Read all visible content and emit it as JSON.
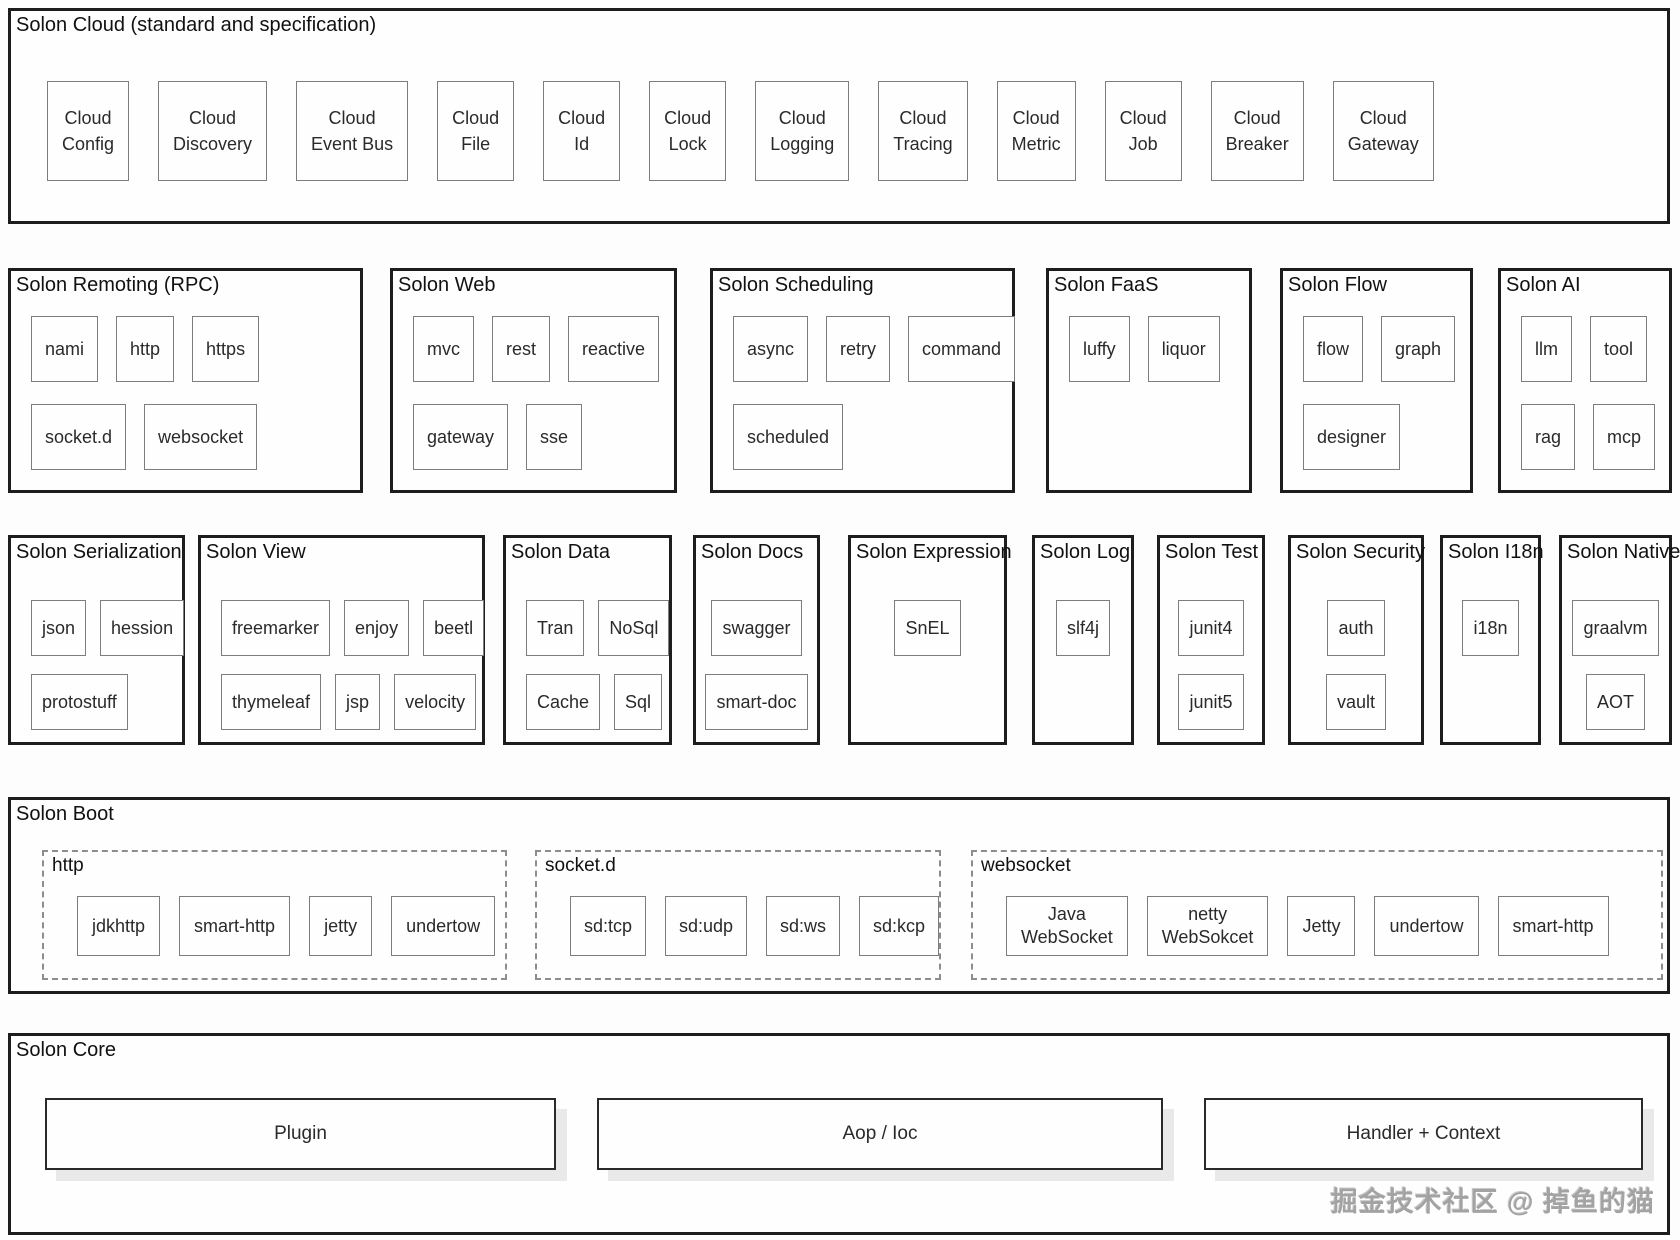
{
  "cloud": {
    "title": "Solon Cloud (standard and specification)",
    "items": [
      [
        "Cloud",
        "Config"
      ],
      [
        "Cloud",
        "Discovery"
      ],
      [
        "Cloud",
        "Event Bus"
      ],
      [
        "Cloud",
        "File"
      ],
      [
        "Cloud",
        "Id"
      ],
      [
        "Cloud",
        "Lock"
      ],
      [
        "Cloud",
        "Logging"
      ],
      [
        "Cloud",
        "Tracing"
      ],
      [
        "Cloud",
        "Metric"
      ],
      [
        "Cloud",
        "Job"
      ],
      [
        "Cloud",
        "Breaker"
      ],
      [
        "Cloud",
        "Gateway"
      ]
    ]
  },
  "remoting": {
    "title": "Solon Remoting (RPC)",
    "row1": [
      "nami",
      "http",
      "https"
    ],
    "row2": [
      "socket.d",
      "websocket"
    ]
  },
  "web": {
    "title": "Solon Web",
    "row1": [
      "mvc",
      "rest",
      "reactive"
    ],
    "row2": [
      "gateway",
      "sse"
    ]
  },
  "scheduling": {
    "title": "Solon Scheduling",
    "row1": [
      "async",
      "retry",
      "command"
    ],
    "row2": [
      "scheduled"
    ]
  },
  "faas": {
    "title": "Solon FaaS",
    "row1": [
      "luffy",
      "liquor"
    ]
  },
  "flow": {
    "title": "Solon Flow",
    "row1": [
      "flow",
      "graph"
    ],
    "row2": [
      "designer"
    ]
  },
  "ai": {
    "title": "Solon AI",
    "row1": [
      "llm",
      "tool"
    ],
    "row2": [
      "rag",
      "mcp"
    ]
  },
  "serialization": {
    "title": "Solon Serialization",
    "row1": [
      "json",
      "hession"
    ],
    "row2": [
      "protostuff"
    ]
  },
  "view": {
    "title": "Solon View",
    "row1": [
      "freemarker",
      "enjoy",
      "beetl"
    ],
    "row2": [
      "thymeleaf",
      "jsp",
      "velocity"
    ]
  },
  "solon_data": {
    "title": "Solon Data",
    "row1": [
      "Tran",
      "NoSql"
    ],
    "row2": [
      "Cache",
      "Sql"
    ]
  },
  "docs": {
    "title": "Solon Docs",
    "row1": [
      "swagger"
    ],
    "row2": [
      "smart-doc"
    ]
  },
  "expression": {
    "title": "Solon Expression",
    "row1": [
      "SnEL"
    ]
  },
  "log": {
    "title": "Solon Log",
    "row1": [
      "slf4j"
    ]
  },
  "test": {
    "title": "Solon Test",
    "row1": [
      "junit4"
    ],
    "row2": [
      "junit5"
    ]
  },
  "security": {
    "title": "Solon Security",
    "row1": [
      "auth"
    ],
    "row2": [
      "vault"
    ]
  },
  "i18n": {
    "title": "Solon I18n",
    "row1": [
      "i18n"
    ]
  },
  "native": {
    "title": "Solon Native",
    "row1": [
      "graalvm"
    ],
    "row2": [
      "AOT"
    ]
  },
  "boot": {
    "title": "Solon Boot",
    "groups": [
      {
        "label": "http",
        "items": [
          "jdkhttp",
          "smart-http",
          "jetty",
          "undertow"
        ]
      },
      {
        "label": "socket.d",
        "items": [
          "sd:tcp",
          "sd:udp",
          "sd:ws",
          "sd:kcp"
        ]
      },
      {
        "label": "websocket",
        "items": [
          [
            "Java",
            "WebSocket"
          ],
          [
            "netty",
            "WebSokcet"
          ],
          "Jetty",
          "undertow",
          "smart-http"
        ]
      }
    ]
  },
  "core": {
    "title": "Solon Core",
    "items": [
      "Plugin",
      "Aop / Ioc",
      "Handler + Context"
    ]
  },
  "watermark": "掘金技术社区 @ 掉鱼的猫",
  "colors": {
    "section_border": "#1d1d1d",
    "box_border": "#7d7d7d",
    "watermark": "#a3a3a3"
  }
}
